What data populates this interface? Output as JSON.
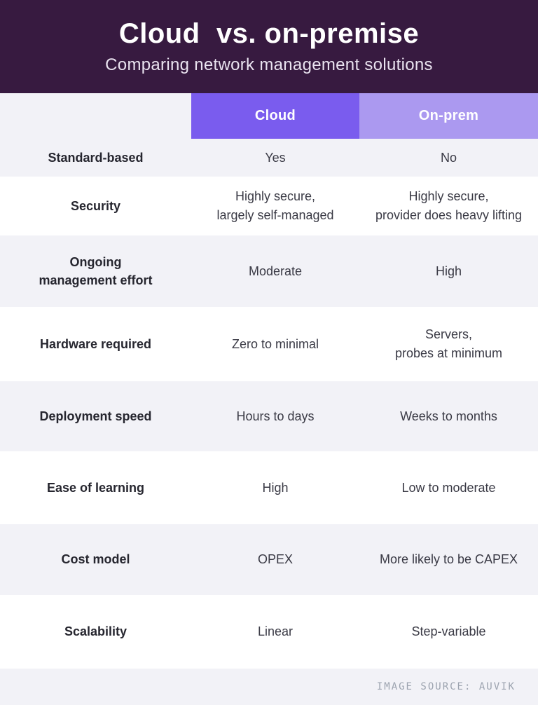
{
  "chart_data": {
    "type": "table",
    "title": "Cloud  vs. on-premise",
    "subtitle": "Comparing network management solutions",
    "columns": [
      {
        "label": "Cloud"
      },
      {
        "label": "On-prem"
      }
    ],
    "rows": [
      {
        "label": "Standard-based",
        "cloud": "Yes",
        "onprem": "No"
      },
      {
        "label": "Security",
        "cloud": "Highly secure,\nlargely self-managed",
        "onprem": "Highly secure,\nprovider does heavy lifting"
      },
      {
        "label": "Ongoing\nmanagement effort",
        "cloud": "Moderate",
        "onprem": "High"
      },
      {
        "label": "Hardware required",
        "cloud": "Zero to minimal",
        "onprem": "Servers,\nprobes at minimum"
      },
      {
        "label": "Deployment speed",
        "cloud": "Hours to days",
        "onprem": "Weeks to months"
      },
      {
        "label": "Ease of learning",
        "cloud": "High",
        "onprem": "Low to moderate"
      },
      {
        "label": "Cost model",
        "cloud": "OPEX",
        "onprem": "More likely to be CAPEX"
      },
      {
        "label": "Scalability",
        "cloud": "Linear",
        "onprem": "Step-variable"
      }
    ]
  },
  "footer": {
    "source": "IMAGE SOURCE: AUVIK"
  },
  "colors": {
    "header_bg": "#371A40",
    "cloud_bg": "#7A5CEE",
    "onprem_bg": "#AB99F0",
    "row_alt_bg": "#F2F2F7",
    "subtitle_color": "#EAE3F0",
    "label_color": "#26262F",
    "cell_color": "#3A3A45",
    "footer_color": "#9CA3AF"
  }
}
